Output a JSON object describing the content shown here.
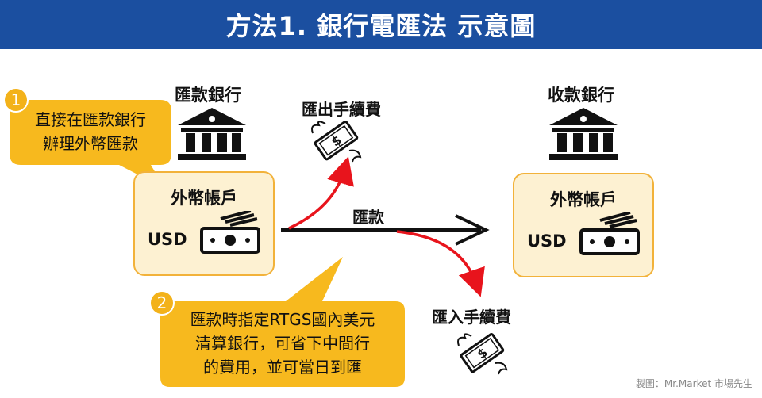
{
  "title": "方法1. 銀行電匯法 示意圖",
  "sender_bank": {
    "label": "匯款銀行",
    "icon": "bank-icon"
  },
  "receiver_bank": {
    "label": "收款銀行",
    "icon": "bank-icon"
  },
  "sender_account": {
    "title": "外幣帳戶",
    "currency": "USD",
    "icon": "cash-icon"
  },
  "receiver_account": {
    "title": "外幣帳戶",
    "currency": "USD",
    "icon": "cash-icon"
  },
  "remittance_label": "匯款",
  "outgoing_fee": {
    "label": "匯出手續費",
    "icon": "flying-money-icon"
  },
  "incoming_fee": {
    "label": "匯入手續費",
    "icon": "flying-money-icon"
  },
  "callout1": {
    "number": "1",
    "lines": [
      "直接在匯款銀行",
      "辦理外幣匯款"
    ]
  },
  "callout2": {
    "number": "2",
    "lines": [
      "匯款時指定RTGS國內美元",
      "清算銀行，可省下中間行",
      "的費用，並可當日到匯"
    ]
  },
  "credit": "製圖：Mr.Market 市場先生",
  "colors": {
    "header": "#1b4fa0",
    "callout": "#f7b91e",
    "box_fill": "#fdf1d2",
    "box_border": "#f2b23a",
    "arrow_red": "#e8141c"
  }
}
